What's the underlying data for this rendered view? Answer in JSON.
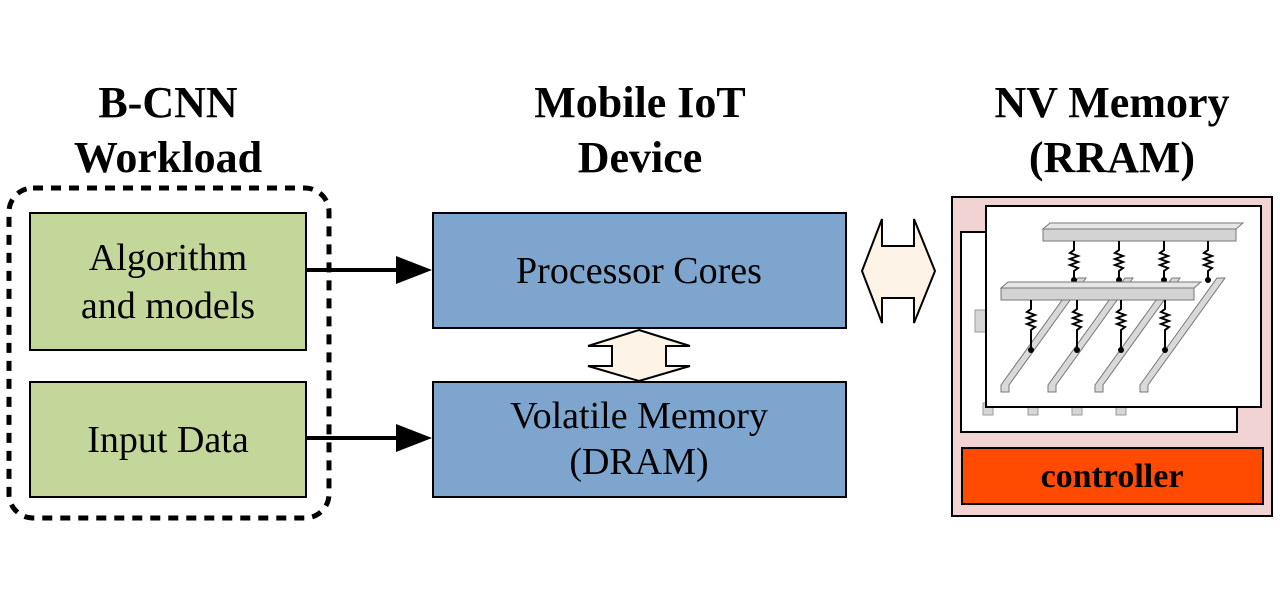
{
  "headers": {
    "workload": [
      "B-CNN",
      "Workload"
    ],
    "device": [
      "Mobile IoT",
      "Device"
    ],
    "nvm": [
      "NV Memory",
      "(RRAM)"
    ]
  },
  "workload_boxes": {
    "algorithm": [
      "Algorithm",
      "and models"
    ],
    "input": "Input Data"
  },
  "device_boxes": {
    "processor": "Processor Cores",
    "memory": [
      "Volatile Memory",
      "(DRAM)"
    ]
  },
  "nvm_boxes": {
    "controller": "controller"
  },
  "colors": {
    "workload_box": "#c4d79b",
    "device_box": "#7ea5cd",
    "nvm_background": "#f2d3d3",
    "controller": "#ff4a00",
    "bidirectional_arrow": "#fdf3e7"
  }
}
